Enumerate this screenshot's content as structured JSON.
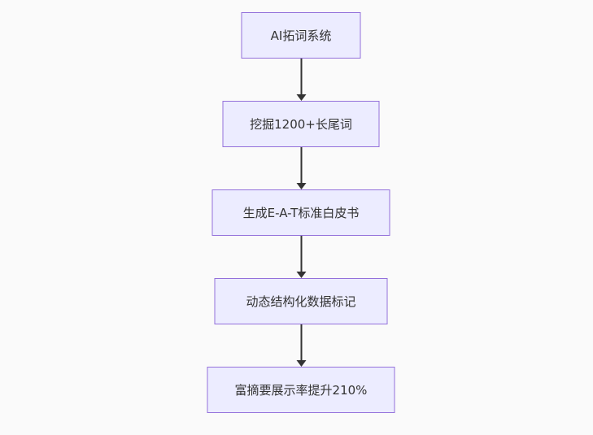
{
  "page": {
    "background_color": "#fafafa"
  },
  "diagram": {
    "type": "flowchart",
    "direction": "top-down",
    "style": {
      "node_fill": "#ECECFF",
      "node_border": "#9370DB",
      "node_text_color": "#333333",
      "arrow_color": "#333333"
    },
    "nodes": [
      {
        "id": "n1",
        "label": "AI拓词系统"
      },
      {
        "id": "n2",
        "label": "挖掘1200+长尾词"
      },
      {
        "id": "n3",
        "label": "生成E-A-T标准白皮书"
      },
      {
        "id": "n4",
        "label": "动态结构化数据标记"
      },
      {
        "id": "n5",
        "label": "富摘要展示率提升210%"
      }
    ],
    "edges": [
      {
        "from": "n1",
        "to": "n2"
      },
      {
        "from": "n2",
        "to": "n3"
      },
      {
        "from": "n3",
        "to": "n4"
      },
      {
        "from": "n4",
        "to": "n5"
      }
    ]
  }
}
